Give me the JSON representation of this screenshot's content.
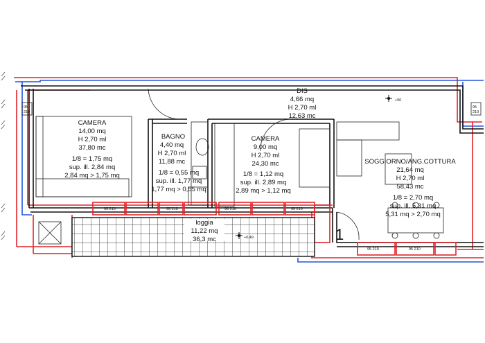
{
  "plan": {
    "rooms": {
      "dis": {
        "name": "DIS",
        "area": "4,66 mq",
        "height": "H 2,70 ml",
        "volume": "12,63 mc"
      },
      "camera1": {
        "name": "CAMERA",
        "area": "14,00 mq",
        "height": "H 2,70 ml",
        "volume": "37,80 mc",
        "ratio": "1/8 = 1,75 mq",
        "surface": "sup. ill. 2,84 mq",
        "check": "2,84 mq > 1,75 mq"
      },
      "bagno": {
        "name": "BAGNO",
        "area": "4,40 mq",
        "height": "H 2,70 ml",
        "volume": "11,88 mc",
        "ratio": "1/8 = 0,55 mq",
        "surface": "sup. ill. 1,77 mq",
        "check": "1,77 mq > 0,55 mq"
      },
      "camera2": {
        "name": "CAMERA",
        "area": "9,00 mq",
        "height": "H 2,70 ml",
        "volume": "24,30 mc",
        "ratio": "1/8 = 1,12 mq",
        "surface": "sup. ill. 2,89 mq",
        "check": "2,89 mq > 1,12 mq"
      },
      "soggiorno": {
        "name": "SOGGIORNO/ANG.COTTURA",
        "area": "21,64 mq",
        "height": "H 2,70 ml",
        "volume": "58,43 mc",
        "ratio": "1/8 = 2,70 mq",
        "surface": "sup. ill. 5,31 mq",
        "check": "5,31 mq > 2,70 mq"
      },
      "loggia": {
        "name": "loggia",
        "area": "11,22 mq",
        "volume": "36,3 mc"
      }
    },
    "levels": {
      "dis": "+50",
      "loggia": "+0,49"
    },
    "unit_number": "1",
    "window_tags": [
      "95",
      "210"
    ],
    "colors": {
      "wall": "#111111",
      "red_line": "#e0242a",
      "blue_line": "#2255dd",
      "hatch": "#333333"
    }
  }
}
